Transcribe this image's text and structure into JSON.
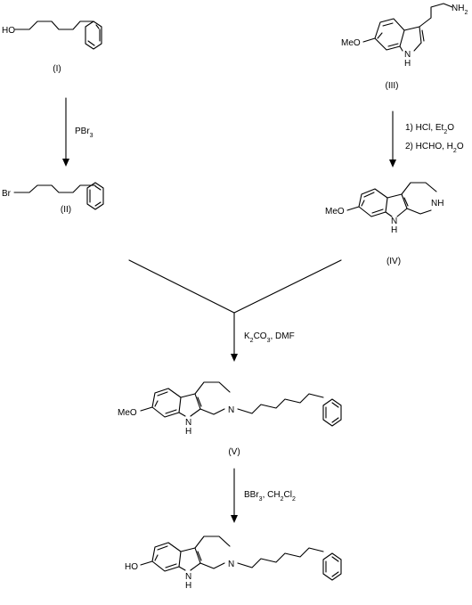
{
  "compounds": {
    "c1": {
      "label": "(I)",
      "atoms": {
        "oh": "HO"
      }
    },
    "c2": {
      "label": "(II)",
      "atoms": {
        "br": "Br"
      }
    },
    "c3": {
      "label": "(III)",
      "atoms": {
        "ome": "MeO",
        "nh2": "NH",
        "nh2_sub": "2",
        "nh": "N",
        "h": "H"
      }
    },
    "c4": {
      "label": "(IV)",
      "atoms": {
        "ome": "MeO",
        "nh_ring": "NH",
        "nh": "N",
        "h": "H"
      }
    },
    "c5": {
      "label": "(V)",
      "atoms": {
        "ome": "MeO",
        "n": "N",
        "nh": "N",
        "h": "H"
      }
    },
    "c6": {
      "label": "",
      "atoms": {
        "ho": "HO",
        "n": "N",
        "nh": "N",
        "h": "H"
      }
    }
  },
  "reactions": {
    "r1": {
      "reagent": "PBr",
      "reagent_sub": "3"
    },
    "r2": {
      "line1_a": "1) HCl, Et",
      "line1_sub": "2",
      "line1_b": "O",
      "line2_a": "2) HCHO, H",
      "line2_sub": "2",
      "line2_b": "O"
    },
    "r3": {
      "k": "K",
      "k_sub": "2",
      "co": "CO",
      "co_sub": "3",
      "rest": ", DMF"
    },
    "r4": {
      "a": "BBr",
      "a_sub": "3",
      "b": ", CH",
      "b_sub": "2",
      "c": "Cl",
      "c_sub": "2"
    }
  }
}
